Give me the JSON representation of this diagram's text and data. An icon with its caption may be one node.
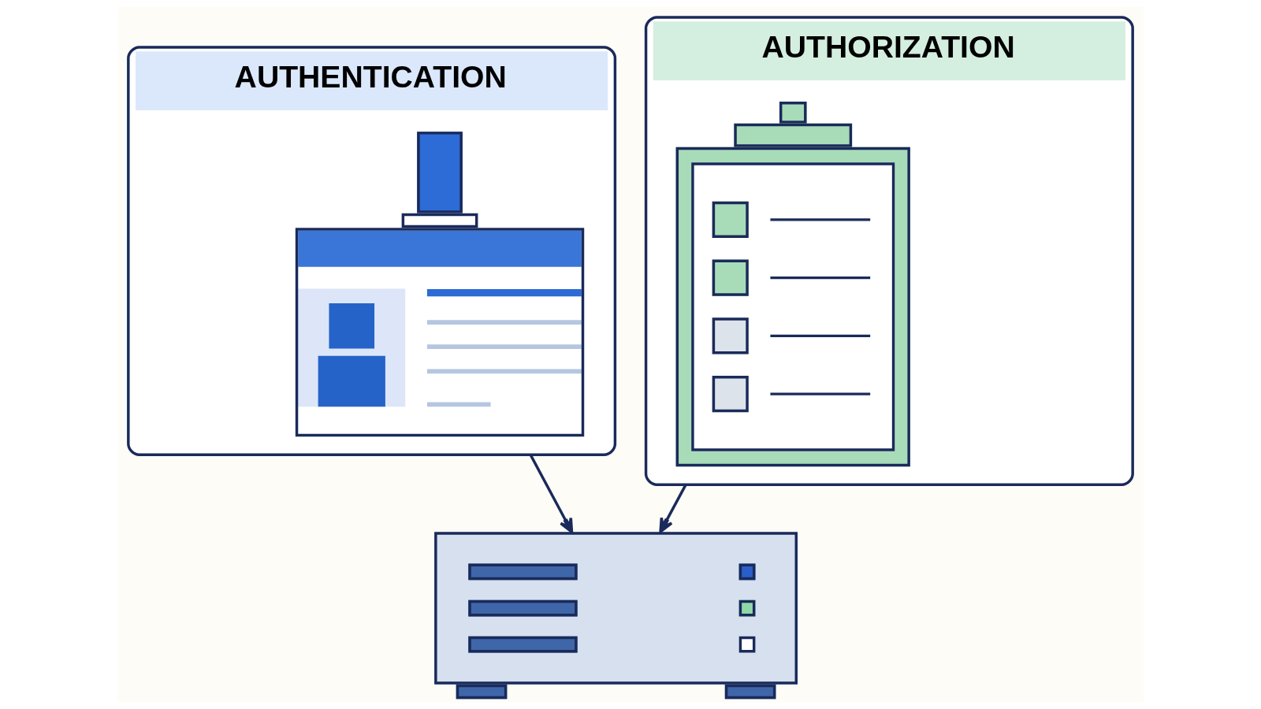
{
  "diagram": {
    "nodes": [
      {
        "text": [
          "AUTHENTICATION"
        ]
      },
      {
        "text": [],
        "shape": "picture",
        "in": 0
      },
      {
        "text": [
          "AUTHORIZATION"
        ]
      },
      {
        "text": [],
        "shape": "picture",
        "in": 2
      },
      {
        "text": [],
        "shape": "picture"
      }
    ],
    "edges": [
      {
        "from": 0,
        "to": 4,
        "arrow": "to"
      },
      {
        "from": 2,
        "to": 4,
        "arrow": "to"
      }
    ]
  }
}
